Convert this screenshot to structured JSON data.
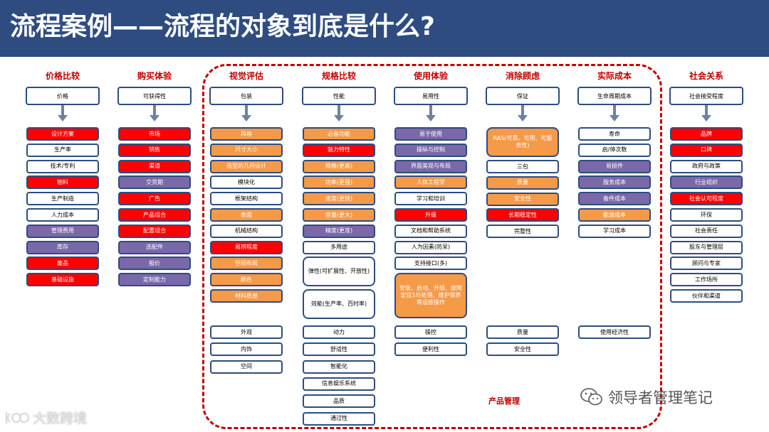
{
  "title": "流程案例——流程的对象到底是什么?",
  "bottom_label": "产品管理",
  "watermark_left": "大数跨境",
  "watermark_right": "领导者管理笔记",
  "columns": [
    {
      "header": "价格比较",
      "top": "价格",
      "items": [
        {
          "t": "设计方案",
          "c": "red"
        },
        {
          "t": "生产率",
          "c": "white"
        },
        {
          "t": "技术/专利",
          "c": "white"
        },
        {
          "t": "物料",
          "c": "red"
        },
        {
          "t": "生产制造",
          "c": "white"
        },
        {
          "t": "人力成本",
          "c": "white"
        },
        {
          "t": "管理费用",
          "c": "purple"
        },
        {
          "t": "库存",
          "c": "purple"
        },
        {
          "t": "废品",
          "c": "red"
        },
        {
          "t": "基础设施",
          "c": "red"
        }
      ],
      "bottom": []
    },
    {
      "header": "购买体验",
      "top": "可获得性",
      "items": [
        {
          "t": "市场",
          "c": "red"
        },
        {
          "t": "销售",
          "c": "red"
        },
        {
          "t": "渠道",
          "c": "red"
        },
        {
          "t": "交货期",
          "c": "purple"
        },
        {
          "t": "广告",
          "c": "red"
        },
        {
          "t": "产品组合",
          "c": "red"
        },
        {
          "t": "配置组合",
          "c": "red"
        },
        {
          "t": "选配件",
          "c": "purple"
        },
        {
          "t": "报价",
          "c": "purple"
        },
        {
          "t": "定制能力",
          "c": "purple"
        }
      ],
      "bottom": []
    },
    {
      "header": "视觉评估",
      "top": "包装",
      "items": [
        {
          "t": "风格",
          "c": "orange"
        },
        {
          "t": "尺寸大小",
          "c": "orange"
        },
        {
          "t": "造型的几何设计",
          "c": "orange"
        },
        {
          "t": "模块化",
          "c": "white"
        },
        {
          "t": "框架结构",
          "c": "white"
        },
        {
          "t": "表面",
          "c": "orange"
        },
        {
          "t": "机械结构",
          "c": "white"
        },
        {
          "t": "易辨程度",
          "c": "red"
        },
        {
          "t": "空间布局",
          "c": "orange"
        },
        {
          "t": "颜色",
          "c": "orange"
        },
        {
          "t": "材料质感",
          "c": "orange"
        }
      ],
      "bottom": [
        "外观",
        "内饰",
        "空间"
      ]
    },
    {
      "header": "规格比较",
      "top": "性能",
      "items": [
        {
          "t": "必备功能",
          "c": "orange"
        },
        {
          "t": "魅力特性",
          "c": "red"
        },
        {
          "t": "规格(更高)",
          "c": "orange"
        },
        {
          "t": "功率(更强)",
          "c": "orange"
        },
        {
          "t": "速度(更快)",
          "c": "orange"
        },
        {
          "t": "容量(更大)",
          "c": "orange"
        },
        {
          "t": "精度(更准)",
          "c": "purple"
        },
        {
          "t": "多用途",
          "c": "white"
        },
        {
          "t": "弹性(可扩展性、开放性)",
          "c": "white",
          "tall": true
        },
        {
          "t": "效能(生产率、百时率)",
          "c": "white",
          "tall": true
        }
      ],
      "bottom": [
        "动力",
        "舒适性",
        "智能化",
        "信息娱乐系统",
        "品质",
        "通过性"
      ]
    },
    {
      "header": "使用体验",
      "top": "易用性",
      "items": [
        {
          "t": "易于使用",
          "c": "purple"
        },
        {
          "t": "操纵与控制",
          "c": "purple"
        },
        {
          "t": "界面美观与布局",
          "c": "purple"
        },
        {
          "t": "人体工程学",
          "c": "orange"
        },
        {
          "t": "学习和培训",
          "c": "white"
        },
        {
          "t": "升级",
          "c": "red"
        },
        {
          "t": "文档和帮助系统",
          "c": "white"
        },
        {
          "t": "人为因素(防呆)",
          "c": "white"
        },
        {
          "t": "支持接口(多)",
          "c": "white"
        },
        {
          "t": "安装、启动、升级、故障定位1与处理、维护保养等运维操作",
          "c": "orange",
          "tall": true
        }
      ],
      "bottom": [
        "操控",
        "便利性"
      ]
    },
    {
      "header": "消除顾虑",
      "top": "保证",
      "items": [
        {
          "t": "RAS(可靠、可用、可服务性)",
          "c": "orange",
          "tall": true
        },
        {
          "t": "三包",
          "c": "white"
        },
        {
          "t": "质量",
          "c": "orange"
        },
        {
          "t": "安全性",
          "c": "orange"
        },
        {
          "t": "长期稳定性",
          "c": "red"
        },
        {
          "t": "完整性",
          "c": "white"
        }
      ],
      "bottom": [
        "质量",
        "安全性"
      ]
    },
    {
      "header": "实际成本",
      "top": "生命周期成本",
      "items": [
        {
          "t": "寿命",
          "c": "white"
        },
        {
          "t": "启/停次数",
          "c": "white"
        },
        {
          "t": "易损件",
          "c": "purple"
        },
        {
          "t": "服务成本",
          "c": "purple"
        },
        {
          "t": "备件成本",
          "c": "purple"
        },
        {
          "t": "能源成本",
          "c": "orange"
        },
        {
          "t": "学习成本",
          "c": "white"
        }
      ],
      "bottom": [
        "使用经济性"
      ]
    },
    {
      "header": "社会关系",
      "top": "社会接受程度",
      "items": [
        {
          "t": "品牌",
          "c": "red"
        },
        {
          "t": "口碑",
          "c": "red"
        },
        {
          "t": "政府与政策",
          "c": "white"
        },
        {
          "t": "行业组织",
          "c": "purple"
        },
        {
          "t": "社会认可程度",
          "c": "red"
        },
        {
          "t": "环保",
          "c": "white"
        },
        {
          "t": "社会责任",
          "c": "white"
        },
        {
          "t": "股东与管理层",
          "c": "white"
        },
        {
          "t": "顾问与专家",
          "c": "white"
        },
        {
          "t": "工作场所",
          "c": "white"
        },
        {
          "t": "伙伴和渠道",
          "c": "white"
        }
      ],
      "bottom": []
    }
  ]
}
